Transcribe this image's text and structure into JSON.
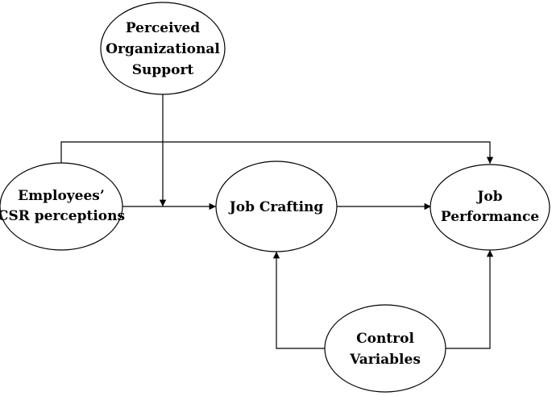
{
  "nodes": {
    "pos": {
      "lines": [
        "Perceived",
        "Organizational",
        "Support"
      ]
    },
    "csr": {
      "lines": [
        "Employees’",
        "CSR perceptions"
      ]
    },
    "job_crafting": {
      "lines": [
        "Job Crafting"
      ]
    },
    "job_performance": {
      "lines": [
        "Job",
        "Performance"
      ]
    },
    "control": {
      "lines": [
        "Control",
        "Variables"
      ]
    }
  },
  "colors": {
    "stroke": "#000000",
    "fill": "#ffffff"
  }
}
